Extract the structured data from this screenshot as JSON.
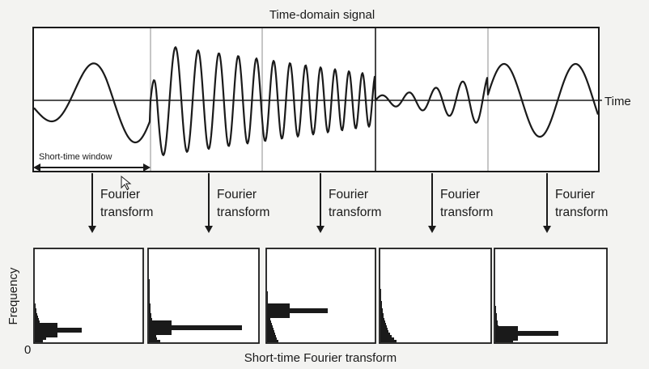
{
  "title": "Time-domain signal",
  "time_label": "Time",
  "window_label": "Short-time window",
  "transform_labels": [
    {
      "line1": "Fourier",
      "line2": "transform"
    },
    {
      "line1": "Fourier",
      "line2": "transform"
    },
    {
      "line1": "Fourier",
      "line2": "transform"
    },
    {
      "line1": "Fourier",
      "line2": "transform"
    },
    {
      "line1": "Fourier",
      "line2": "transform"
    }
  ],
  "frequency_label": "Frequency",
  "origin_label": "0",
  "caption": "Short-time Fourier transform",
  "colors": {
    "ink": "#1a1a1a",
    "background": "#f3f3f1",
    "panel": "#ffffff",
    "grid": "#8c8c8c"
  },
  "icons": [
    "arrow-down-icon",
    "double-arrow-icon",
    "mouse-cursor-icon"
  ]
}
